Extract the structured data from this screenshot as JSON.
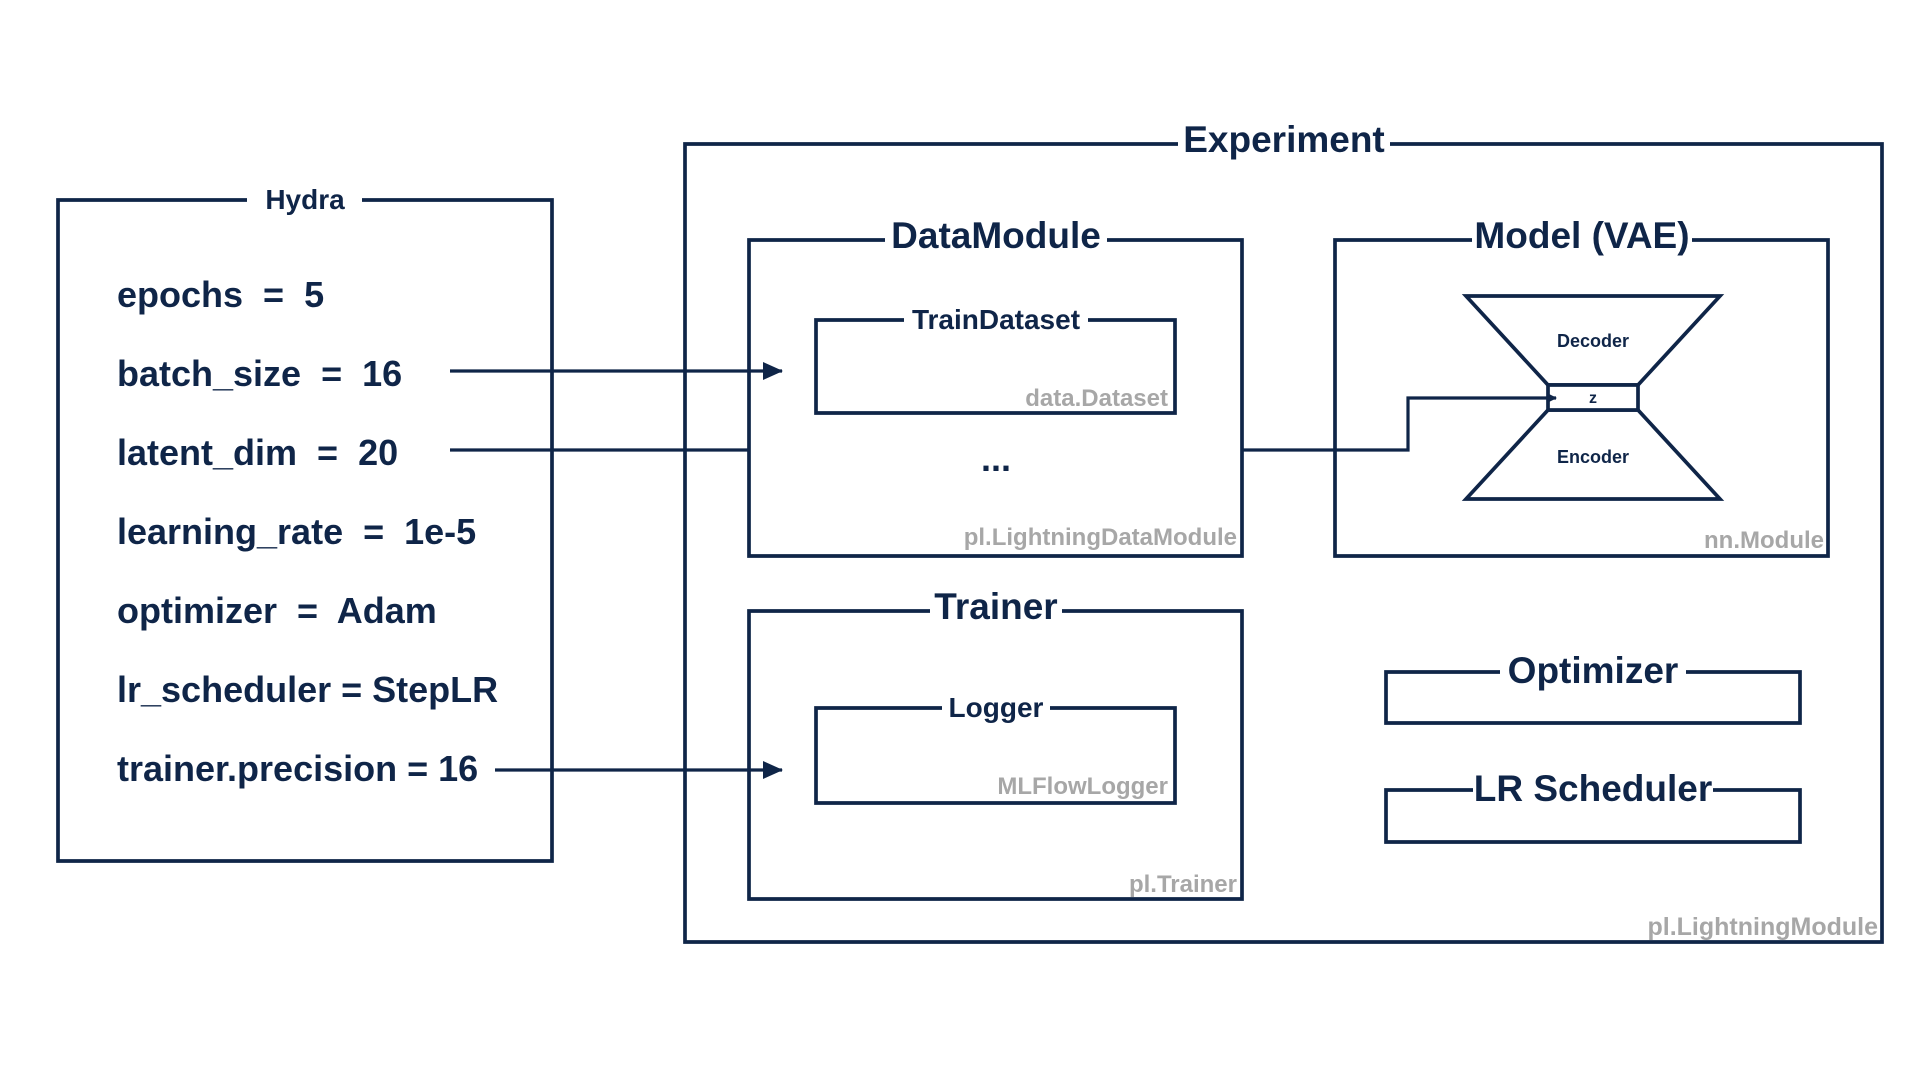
{
  "colors": {
    "ink": "#0f2548",
    "muted": "#a7a7a7",
    "background": "#ffffff"
  },
  "hydra": {
    "title": "Hydra",
    "params": [
      "epochs  =  5",
      "batch_size  =  16",
      "latent_dim  =  20",
      "learning_rate  =  1e-5",
      "optimizer  =  Adam",
      "lr_scheduler = StepLR",
      "trainer.precision = 16"
    ]
  },
  "experiment": {
    "title": "Experiment",
    "class_name": "pl.LightningModule",
    "datamodule": {
      "title": "DataModule",
      "class_name": "pl.LightningDataModule",
      "ellipsis": "...",
      "train_dataset": {
        "title": "TrainDataset",
        "class_name": "data.Dataset"
      }
    },
    "model": {
      "title": "Model (VAE)",
      "class_name": "nn.Module",
      "decoder_label": "Decoder",
      "latent_label": "z",
      "encoder_label": "Encoder"
    },
    "trainer": {
      "title": "Trainer",
      "class_name": "pl.Trainer",
      "logger": {
        "title": "Logger",
        "class_name": "MLFlowLogger"
      }
    },
    "optimizer": {
      "title": "Optimizer"
    },
    "lr_scheduler": {
      "title": "LR Scheduler"
    }
  }
}
